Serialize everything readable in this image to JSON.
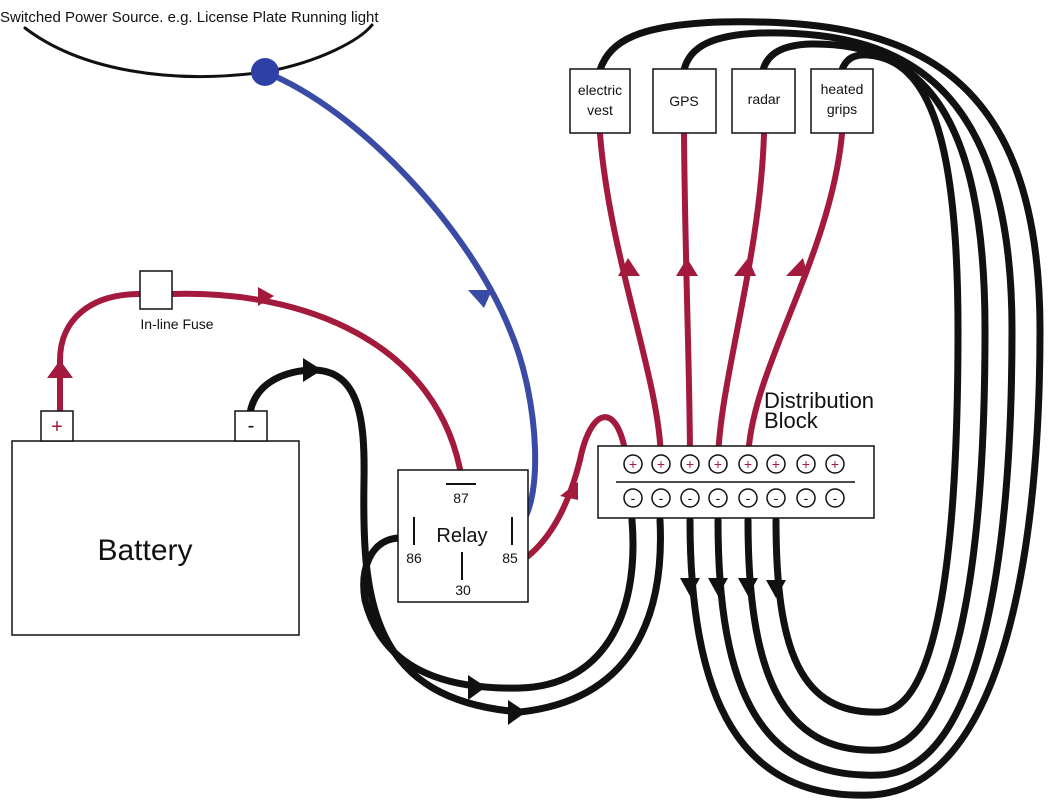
{
  "title": "Switched Power Source. e.g. License Plate Running light",
  "battery": {
    "label": "Battery",
    "positive": "+",
    "negative": "-"
  },
  "fuse": {
    "label": "In-line Fuse"
  },
  "relay": {
    "label": "Relay",
    "pin_87": "87",
    "pin_86": "86",
    "pin_85": "85",
    "pin_30": "30"
  },
  "distribution_block": {
    "label_line1": "Distribution",
    "label_line2": "Block",
    "plus": "+",
    "minus": "-"
  },
  "accessories": [
    {
      "line1": "electric",
      "line2": "vest"
    },
    {
      "line1": "GPS",
      "line2": ""
    },
    {
      "line1": "radar",
      "line2": ""
    },
    {
      "line1": "heated",
      "line2": "grips"
    }
  ],
  "colors": {
    "positive_wire": "#a31a3c",
    "ground_wire": "#111111",
    "switched_wire": "#3a4ba5",
    "switch_node": "#2f3fa8"
  }
}
